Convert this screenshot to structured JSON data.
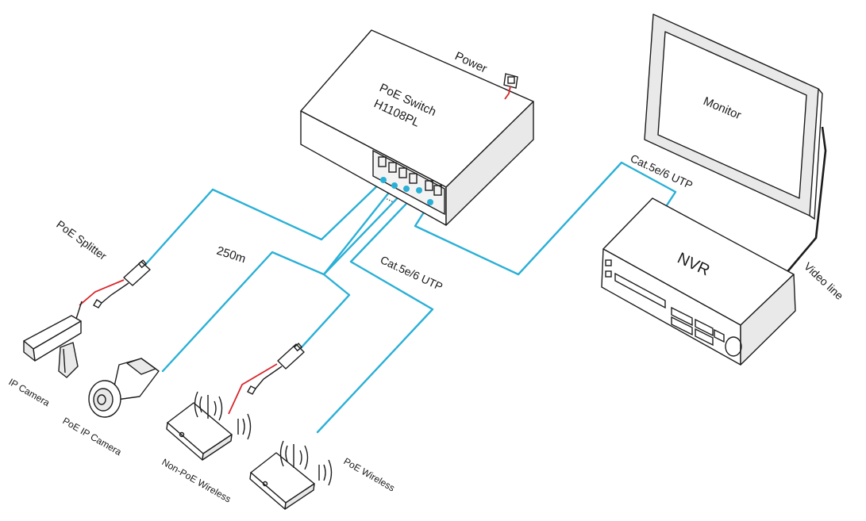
{
  "labels": {
    "power": "Power",
    "switch_line1": "PoE  Switch",
    "switch_line2": "H1108PL",
    "monitor": "Monitor",
    "nvr": "NVR",
    "video_line": "Video line",
    "cable_nvr": "Cat.5e/6 UTP",
    "cable_ap": "Cat.5e/6 UTP",
    "poe_splitter": "PoE Splitter",
    "distance": "250m",
    "ellipsis": "...",
    "ip_camera": "IP Camera",
    "poe_ip_camera": "PoE IP Camera",
    "non_poe_wireless": "Non-PoE Wireless",
    "poe_wireless": "PoE Wireless"
  },
  "colors": {
    "cable": "#2ab0d6",
    "power_wire": "#d8262b",
    "outline": "#1c1c1c",
    "background": "#ffffff"
  }
}
